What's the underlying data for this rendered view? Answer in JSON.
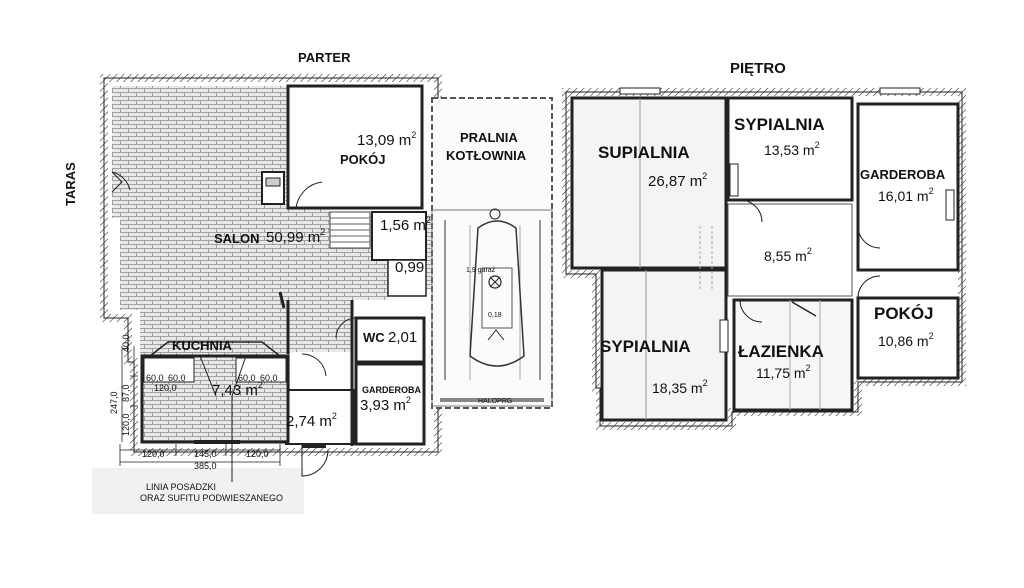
{
  "titles": {
    "ground_floor": "PARTER",
    "upper_floor": "PIĘTRO",
    "terrace": "TARAS"
  },
  "ground_rooms": {
    "pokoj_area": "13,09 m",
    "pokoj_name": "POKÓJ",
    "pralnia": "PRALNIA",
    "kotlownia": "KOTŁOWNIA",
    "salon_name": "SALON",
    "salon_area": "50,99 m",
    "hall_area": "1,56 m",
    "small_area": "0,99",
    "wc_name": "WC",
    "wc_area": "2,01",
    "kuchnia_name": "KUCHNIA",
    "kuchnia_area": "7,43 m",
    "garderoba_name": "GARDEROBA",
    "garderoba_area": "3,93 m",
    "entry_area": "2,74 m"
  },
  "upper_rooms": {
    "supialnia_name": "SUPIALNIA",
    "supialnia_area": "26,87 m",
    "sypialnia1_name": "SYPIALNIA",
    "sypialnia1_area": "13,53 m",
    "garderoba_name": "GARDEROBA",
    "garderoba_area": "16,01 m",
    "hall_area": "8,55 m",
    "pokoj_name": "POKÓJ",
    "pokoj_area": "10,86 m",
    "sypialnia2_name": "SYPIALNIA",
    "sypialnia2_area": "18,35 m",
    "lazienka_name": "ŁAZIENKA",
    "lazienka_area": "11,75 m"
  },
  "unit_exponent": "2",
  "dimensions": {
    "d_60a": "60,0",
    "d_60b": "60,0",
    "d_120": "120,0",
    "d_60c": "60,0",
    "d_60d": "60,0",
    "bottom_120a": "120,0",
    "bottom_145": "145,0",
    "bottom_120b": "120,0",
    "bottom_385": "385,0",
    "left_400": "40,0",
    "left_870": "87,0",
    "left_1200": "120,0",
    "left_2470": "247,0"
  },
  "notes": {
    "line1": "LINIA POSADZKI",
    "line2": "ORAZ SUFITU PODWIESZANEGO"
  },
  "garage_marks": {
    "g1": "1,9 garaż",
    "g2": "0,18",
    "g3": "HALOPRG"
  },
  "colors": {
    "brick_fill": "#e9e9e9",
    "brick_line": "#8a8a8a",
    "wall": "#222222",
    "shade": "#f0f0f0"
  }
}
